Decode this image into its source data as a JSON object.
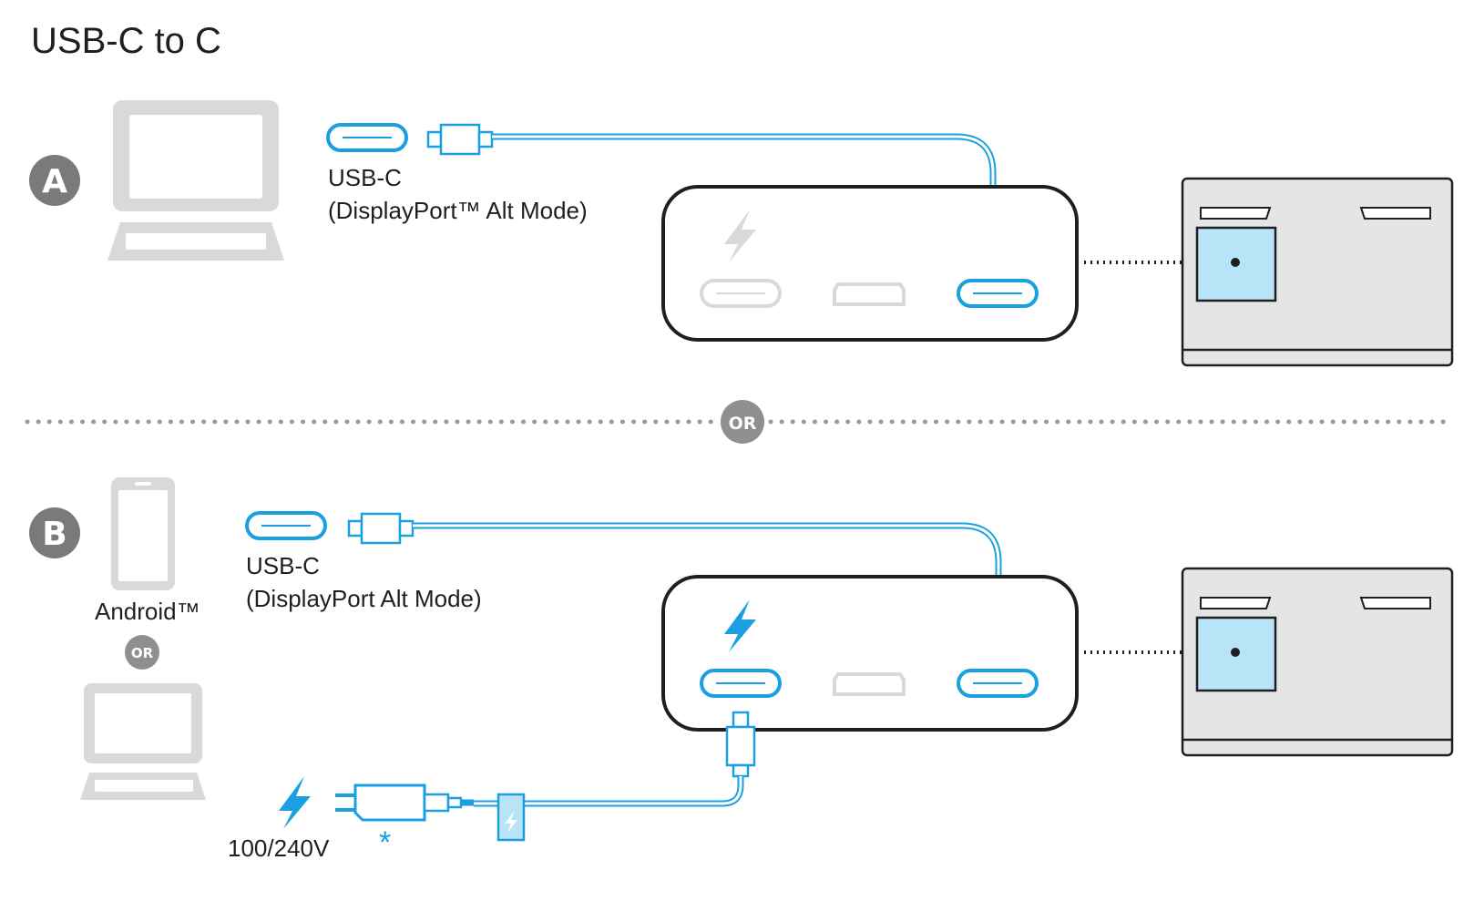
{
  "title": "USB-C to C",
  "separator_label": "OR",
  "section_a": {
    "badge": "A",
    "port_label": "USB-C",
    "port_sublabel": "(DisplayPort™ Alt Mode)"
  },
  "section_b": {
    "badge": "B",
    "device_label": "Android™",
    "or_label": "OR",
    "port_label": "USB-C",
    "port_sublabel": "(DisplayPort Alt Mode)",
    "power_label": "100/240V",
    "footnote_mark": "*"
  },
  "colors": {
    "accent": "#1a9fe0",
    "accent_fill": "#b9e3f6",
    "device_gray": "#d9d9d9",
    "outline": "#1f1f1f",
    "badge": "#7a7a7a"
  }
}
